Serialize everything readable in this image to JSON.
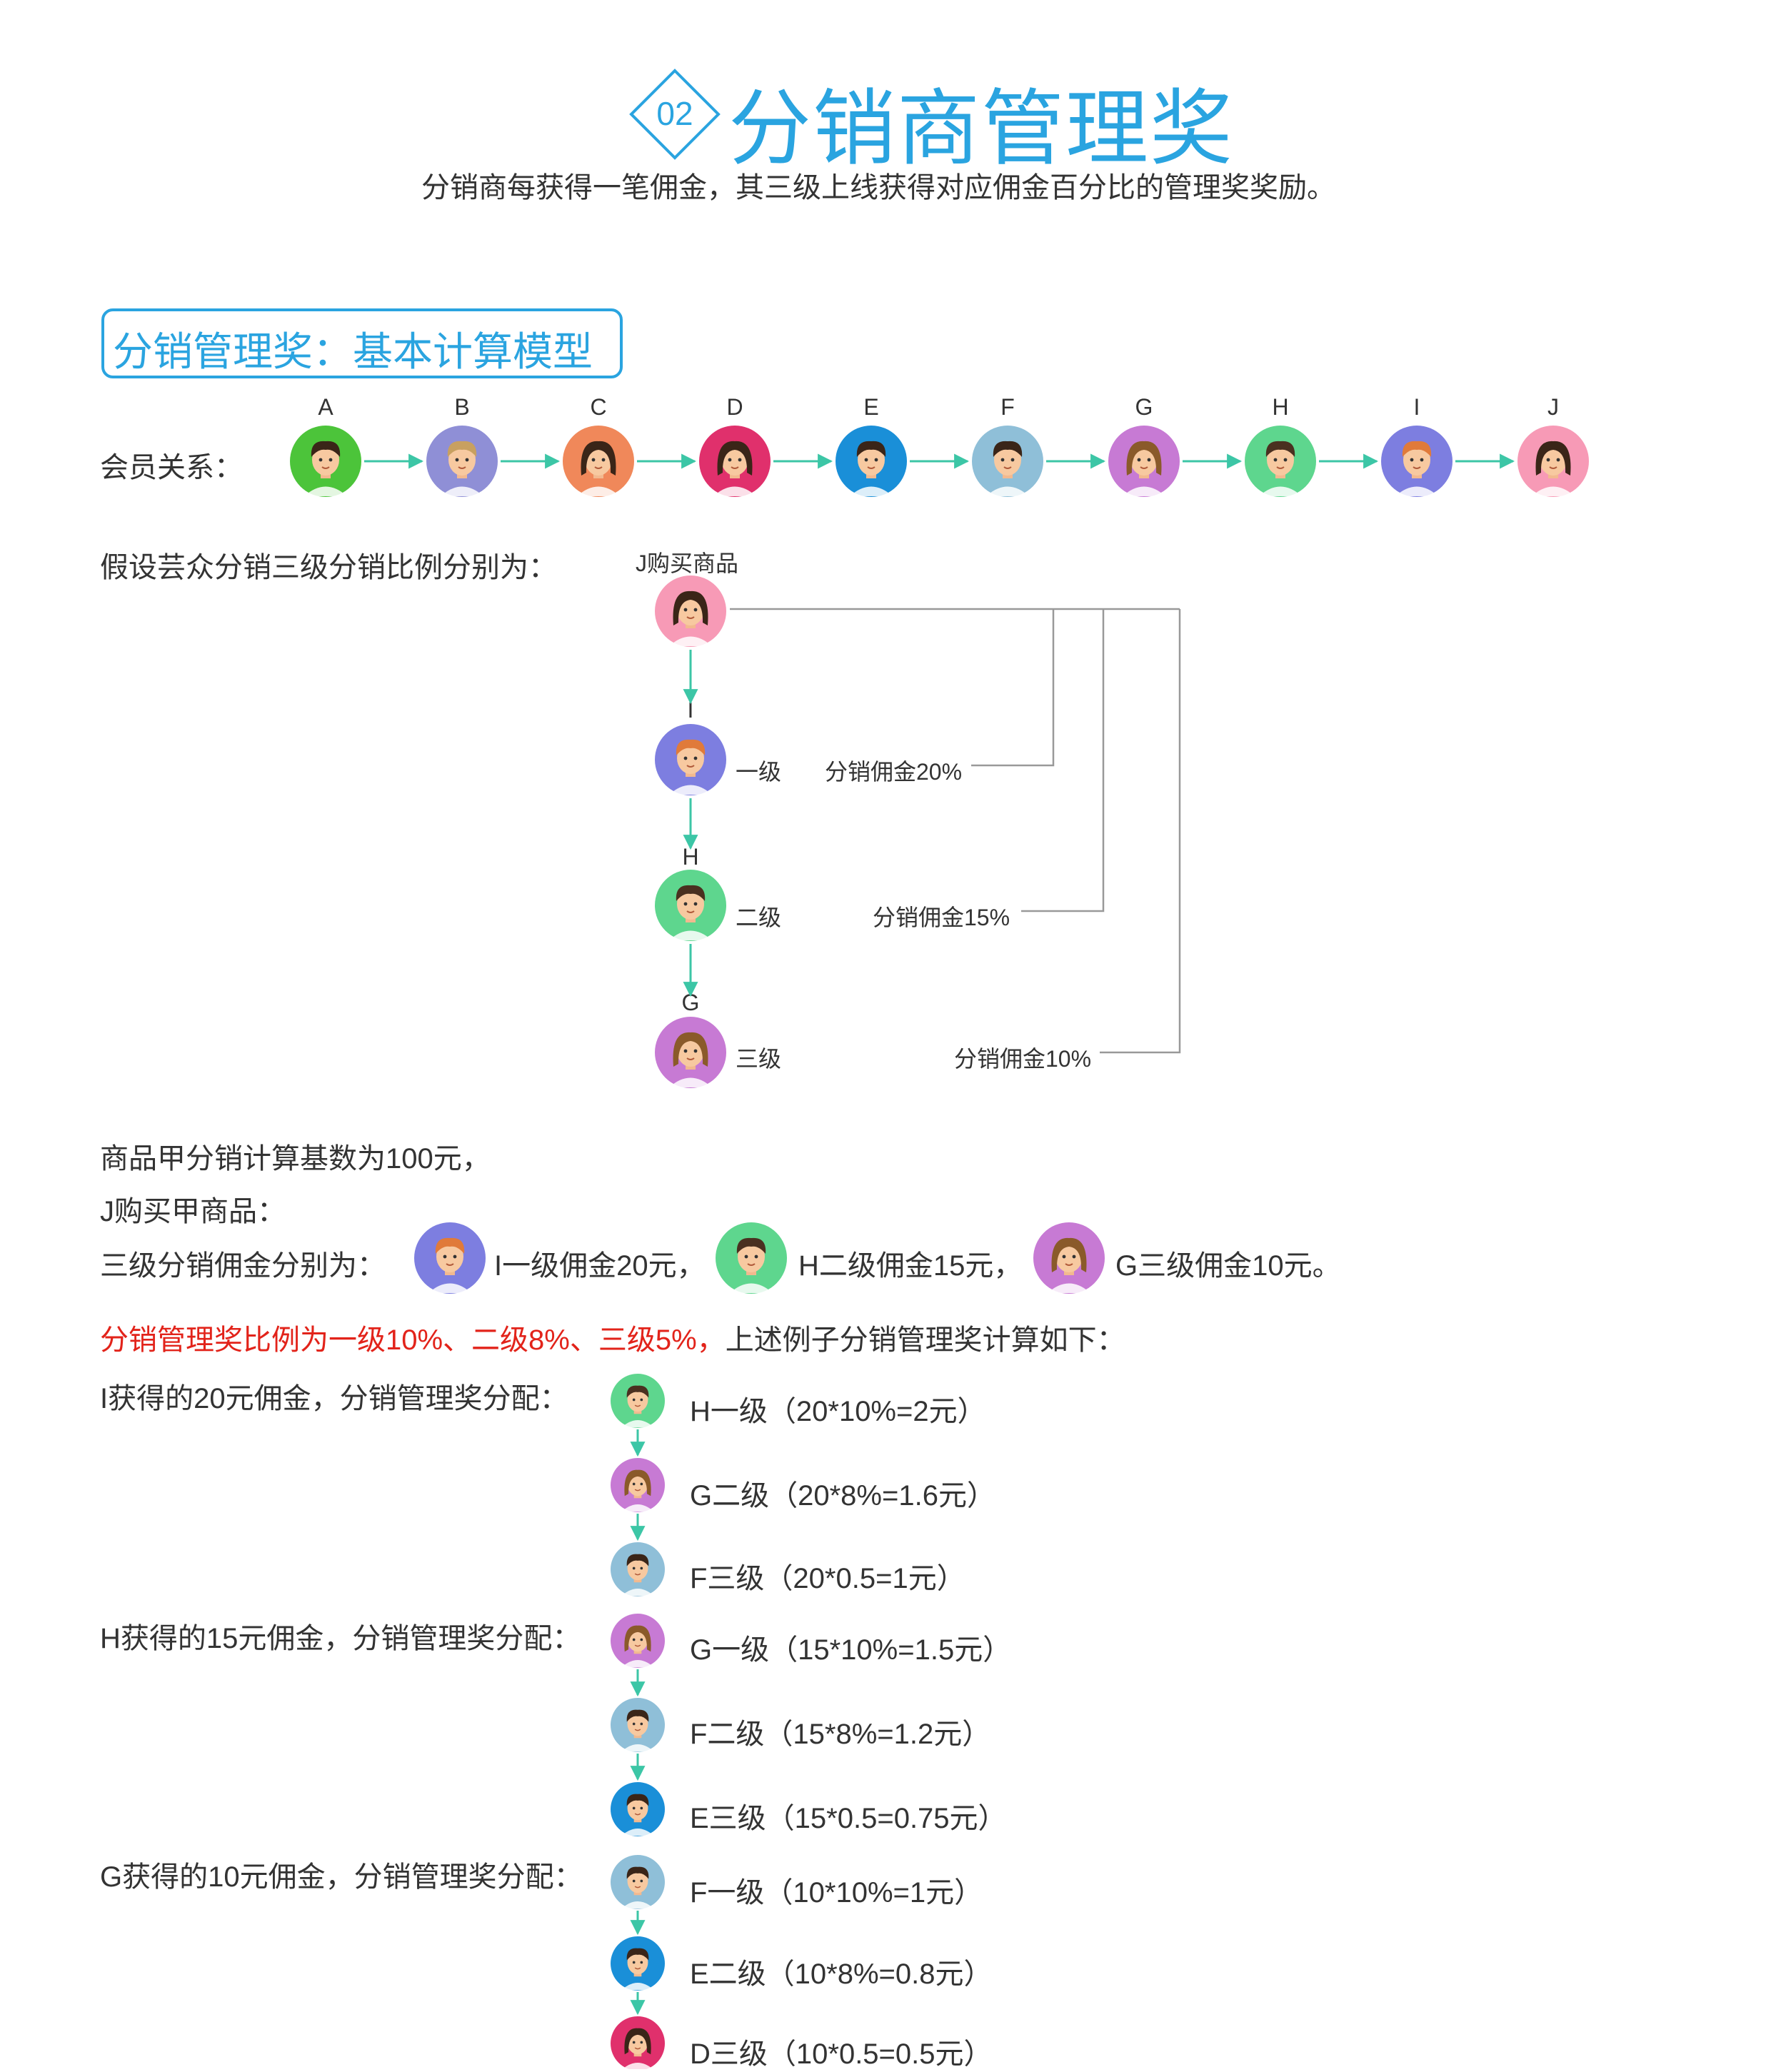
{
  "header": {
    "badge_number": "02",
    "title": "分销商管理奖",
    "subtitle": "分销商每获得一笔佣金，其三级上线获得对应佣金百分比的管理奖奖励。"
  },
  "section": {
    "title": "分销管理奖：基本计算模型"
  },
  "members": {
    "label": "会员关系：",
    "items": [
      {
        "letter": "A",
        "ring": "#4cc43a"
      },
      {
        "letter": "B",
        "ring": "#8f8fd6"
      },
      {
        "letter": "C",
        "ring": "#f0885a"
      },
      {
        "letter": "D",
        "ring": "#e0306c"
      },
      {
        "letter": "E",
        "ring": "#1a8fd8"
      },
      {
        "letter": "F",
        "ring": "#8fbfd8"
      },
      {
        "letter": "G",
        "ring": "#c77ad4"
      },
      {
        "letter": "H",
        "ring": "#5ed68e"
      },
      {
        "letter": "I",
        "ring": "#7d7ee0"
      },
      {
        "letter": "J",
        "ring": "#f79ab6"
      }
    ]
  },
  "assumption": {
    "label": "假设芸众分销三级分销比例分别为：",
    "buyer_label": "J购买商品",
    "levels": [
      {
        "letter": "I",
        "level": "一级",
        "rate": "分销佣金20%"
      },
      {
        "letter": "H",
        "level": "二级",
        "rate": "分销佣金15%"
      },
      {
        "letter": "G",
        "level": "三级",
        "rate": "分销佣金10%"
      }
    ]
  },
  "example": {
    "line1": "商品甲分销计算基数为100元，",
    "line2": "J购买甲商品：",
    "line3_prefix": "三级分销佣金分别为：",
    "c1": "I一级佣金20元，",
    "c2": "H二级佣金15元，",
    "c3": "G三级佣金10元。",
    "red_text": "分销管理奖比例为一级10%、二级8%、三级5%，",
    "rest_text": "上述例子分销管理奖计算如下："
  },
  "distributions": [
    {
      "label": "I获得的20元佣金，分销管理奖分配：",
      "rows": [
        {
          "text": "H一级（20*10%=2元）"
        },
        {
          "text": "G二级（20*8%=1.6元）"
        },
        {
          "text": "F三级（20*0.5=1元）"
        }
      ]
    },
    {
      "label": "H获得的15元佣金，分销管理奖分配：",
      "rows": [
        {
          "text": "G一级（15*10%=1.5元）"
        },
        {
          "text": "F二级（15*8%=1.2元）"
        },
        {
          "text": "E三级（15*0.5=0.75元）"
        }
      ]
    },
    {
      "label": "G获得的10元佣金，分销管理奖分配：",
      "rows": [
        {
          "text": "F一级（10*10%=1元）"
        },
        {
          "text": "E二级（10*8%=0.8元）"
        },
        {
          "text": "D三级（10*0.5=0.5元）"
        }
      ]
    }
  ],
  "colors": {
    "accent": "#2aa4e0",
    "arrow": "#3cc6a6",
    "red": "#e2231a",
    "connector": "#999999"
  }
}
